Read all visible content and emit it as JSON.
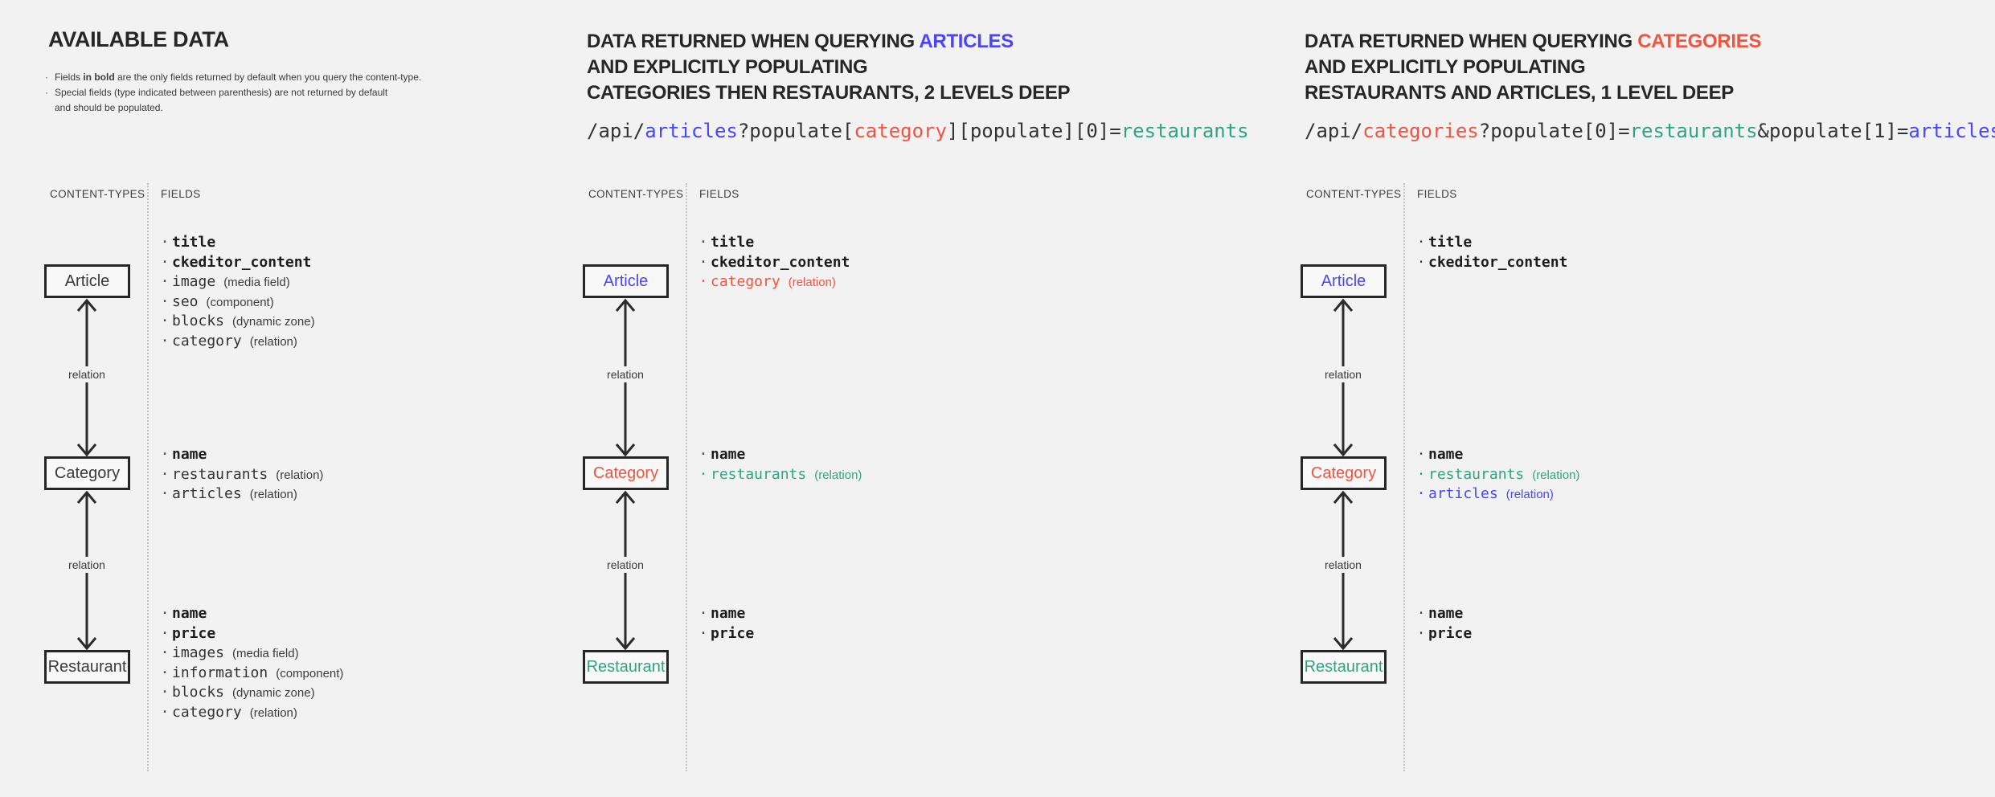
{
  "colors": {
    "blue": "#4945ff",
    "red": "#ee5540",
    "teal": "#2fa483"
  },
  "labels": {
    "content_types": "CONTENT-TYPES",
    "fields": "FIELDS",
    "relation": "relation"
  },
  "notes": {
    "n1_pre": "Fields ",
    "n1_bold": "in bold",
    "n1_post": " are the only fields returned by default when you query the content-type.",
    "n2_line1": "Special fields (type indicated between parenthesis) are not returned by default",
    "n2_line2": "and should be populated."
  },
  "panels": [
    {
      "name": "available-data",
      "heading": {
        "line1_prefix": "AVAILABLE DATA",
        "line1_highlight": "",
        "highlight_color": null,
        "line2": "",
        "line3": ""
      },
      "boxes": [
        {
          "label": "Article",
          "color": null,
          "fields": [
            {
              "name": "title",
              "bold": true
            },
            {
              "name": "ckeditor_content",
              "bold": true
            },
            {
              "name": "image",
              "type": "(media field)"
            },
            {
              "name": "seo",
              "type": "(component)"
            },
            {
              "name": "blocks",
              "type": "(dynamic zone)"
            },
            {
              "name": "category",
              "type": "(relation)"
            }
          ]
        },
        {
          "label": "Category",
          "color": null,
          "fields": [
            {
              "name": "name",
              "bold": true
            },
            {
              "name": "restaurants",
              "type": "(relation)"
            },
            {
              "name": "articles",
              "type": "(relation)"
            }
          ]
        },
        {
          "label": "Restaurant",
          "color": null,
          "fields": [
            {
              "name": "name",
              "bold": true
            },
            {
              "name": "price",
              "bold": true
            },
            {
              "name": "images",
              "type": "(media field)"
            },
            {
              "name": "information",
              "type": "(component)"
            },
            {
              "name": "blocks",
              "type": "(dynamic zone)"
            },
            {
              "name": "category",
              "type": "(relation)"
            }
          ]
        }
      ]
    },
    {
      "name": "query-articles",
      "heading": {
        "line1_prefix": "DATA RETURNED WHEN QUERYING ",
        "line1_highlight": "ARTICLES",
        "highlight_color": "blue",
        "line2": "AND EXPLICITLY POPULATING",
        "line3": "CATEGORIES THEN RESTAURANTS, 2 LEVELS DEEP"
      },
      "url": [
        {
          "text": "/api/",
          "color": null
        },
        {
          "text": "articles",
          "color": "blue"
        },
        {
          "text": "?populate[",
          "color": null
        },
        {
          "text": "category",
          "color": "red"
        },
        {
          "text": "][populate][0]=",
          "color": null
        },
        {
          "text": "restaurants",
          "color": "teal"
        }
      ],
      "boxes": [
        {
          "label": "Article",
          "color": "blue",
          "fields": [
            {
              "name": "title",
              "bold": true
            },
            {
              "name": "ckeditor_content",
              "bold": true
            },
            {
              "name": "category",
              "type": "(relation)",
              "color": "red"
            }
          ]
        },
        {
          "label": "Category",
          "color": "red",
          "fields": [
            {
              "name": "name",
              "bold": true
            },
            {
              "name": "restaurants",
              "type": "(relation)",
              "color": "teal"
            }
          ]
        },
        {
          "label": "Restaurant",
          "color": "teal",
          "fields": [
            {
              "name": "name",
              "bold": true
            },
            {
              "name": "price",
              "bold": true
            }
          ]
        }
      ]
    },
    {
      "name": "query-categories",
      "heading": {
        "line1_prefix": "DATA RETURNED WHEN QUERYING ",
        "line1_highlight": "CATEGORIES",
        "highlight_color": "red",
        "line2": "AND EXPLICITLY POPULATING",
        "line3": "RESTAURANTS AND ARTICLES, 1 LEVEL DEEP"
      },
      "url": [
        {
          "text": "/api/",
          "color": null
        },
        {
          "text": "categories",
          "color": "red"
        },
        {
          "text": "?populate[0]=",
          "color": null
        },
        {
          "text": "restaurants",
          "color": "teal"
        },
        {
          "text": "&populate[1]=",
          "color": null
        },
        {
          "text": "articles",
          "color": "blue"
        }
      ],
      "boxes": [
        {
          "label": "Article",
          "color": "blue",
          "fields": [
            {
              "name": "title",
              "bold": true
            },
            {
              "name": "ckeditor_content",
              "bold": true
            }
          ]
        },
        {
          "label": "Category",
          "color": "red",
          "fields": [
            {
              "name": "name",
              "bold": true
            },
            {
              "name": "restaurants",
              "type": "(relation)",
              "color": "teal"
            },
            {
              "name": "articles",
              "type": "(relation)",
              "color": "blue"
            }
          ]
        },
        {
          "label": "Restaurant",
          "color": "teal",
          "fields": [
            {
              "name": "name",
              "bold": true
            },
            {
              "name": "price",
              "bold": true
            }
          ]
        }
      ]
    }
  ]
}
